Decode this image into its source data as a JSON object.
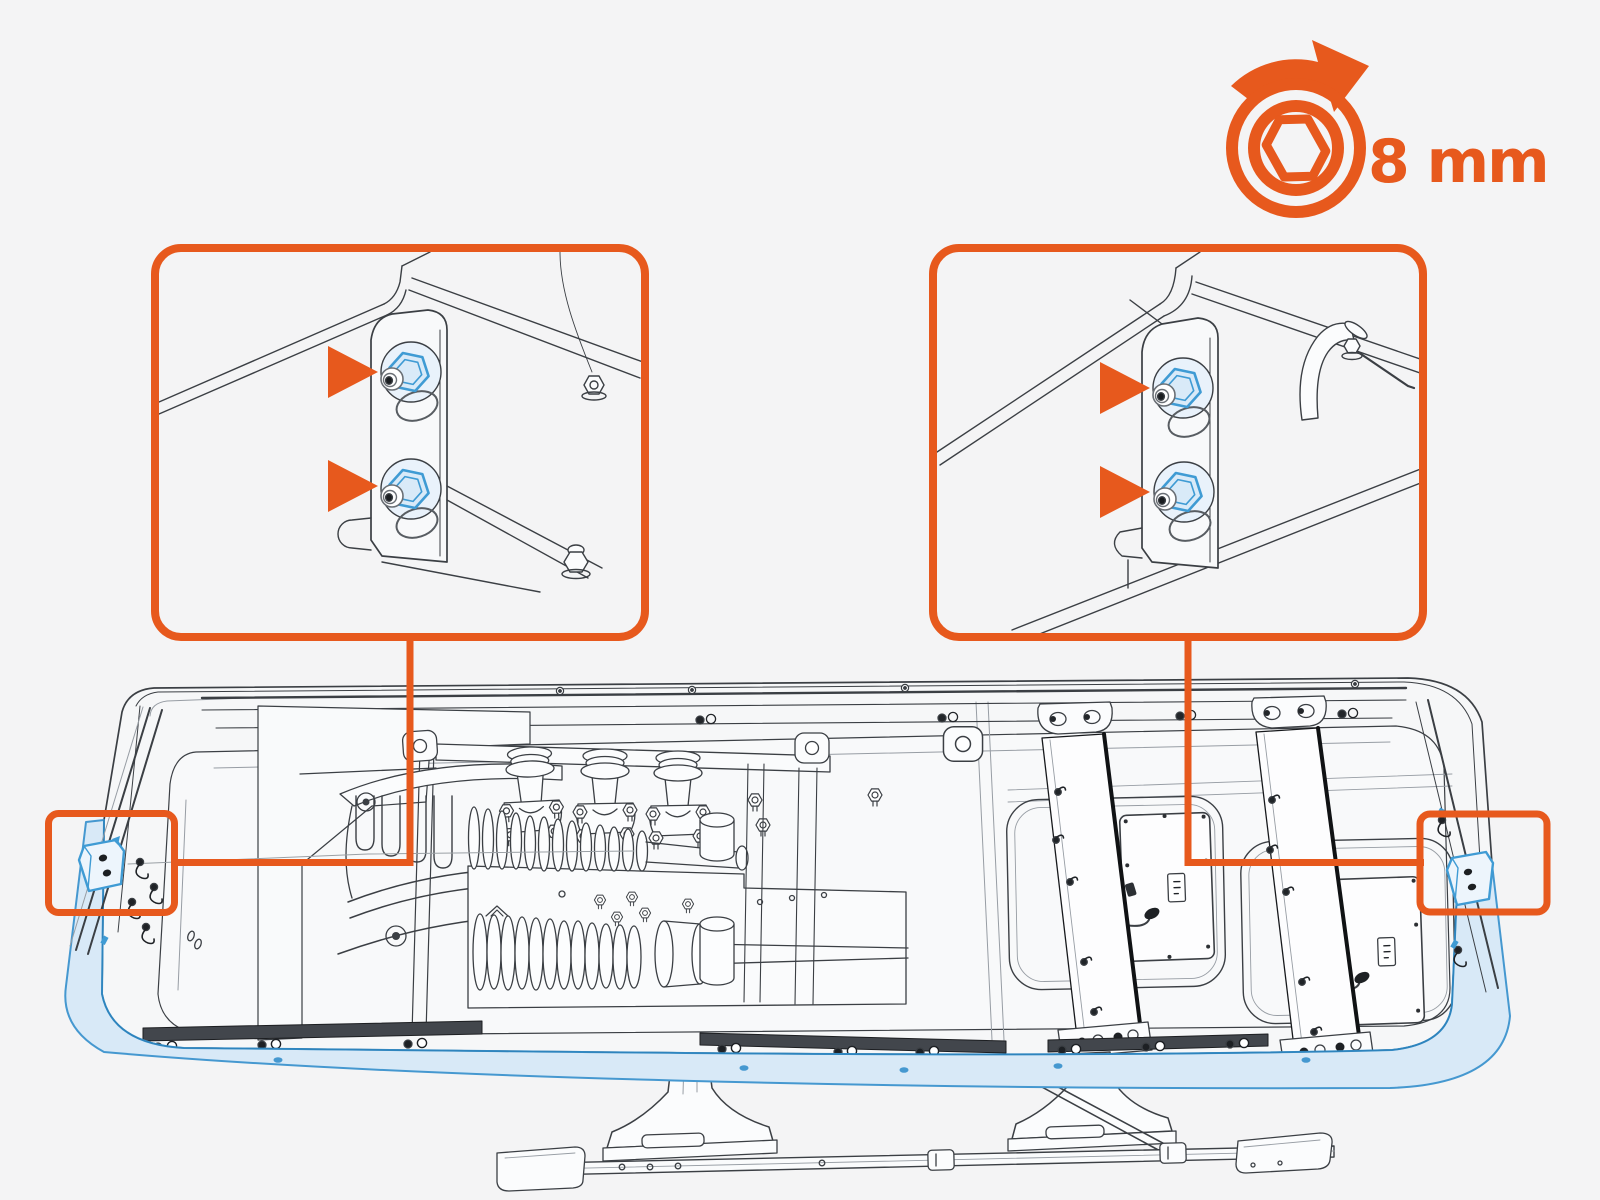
{
  "palette": {
    "bg": "#f4f4f5",
    "accent": "#e7591d",
    "line": "#3b3f44",
    "hl_fill": "#d9eaf8",
    "hl_stroke": "#3f9bd4",
    "band_fill": "#d8e9f7",
    "band_stroke": "#4598d0"
  },
  "tool_badge": {
    "label": "8 mm",
    "icon": "hex-socket-icon",
    "direction_icon": "rotate-clockwise-arrow-icon"
  },
  "figure": {
    "type": "assembly-instruction-step",
    "subject": "bed-base-underside-illustration",
    "callouts": [
      {
        "id": "left",
        "detail": "bracket-thumb-nuts",
        "fastener_arrows": 2
      },
      {
        "id": "right",
        "detail": "bracket-thumb-nuts",
        "fastener_arrows": 2
      }
    ],
    "edge_highlights": [
      {
        "id": "left",
        "part": "retainer-clip"
      },
      {
        "id": "right",
        "part": "retainer-clip"
      }
    ]
  }
}
